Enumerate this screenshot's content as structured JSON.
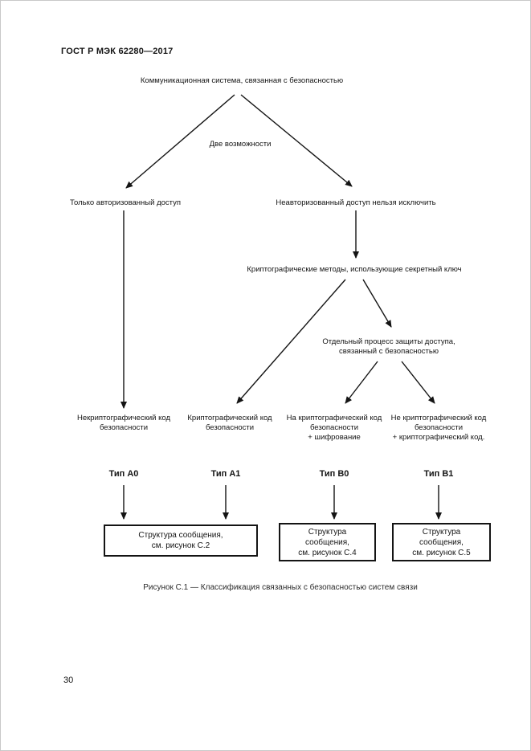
{
  "page": {
    "header": "ГОСТ Р МЭК 62280—2017",
    "page_number": "30",
    "caption": "Рисунок С.1 — Классификация связанных с безопасностью систем связи"
  },
  "diagram": {
    "root": "Коммуникационная система, связанная с безопасностью",
    "branch_label": "Две возможности",
    "left_branch": "Только авторизованный доступ",
    "right_branch": "Неавторизованный доступ нельзя исключить",
    "crypto_methods": "Криптографические методы, использующие секретный ключ",
    "separate_process": "Отдельный процесс защиты доступа,\nсвязанный с безопасностью",
    "leaves": {
      "a0": "Некриптографический код\nбезопасности",
      "a1": "Криптографический код\nбезопасности",
      "b0": "На криптографический код\nбезопасности\n+ шифрование",
      "b1": "Не криптографический код\nбезопасности\n+ криптографический код."
    },
    "types": {
      "a0": "Тип А0",
      "a1": "Тип А1",
      "b0": "Тип В0",
      "b1": "Тип В1"
    },
    "boxes": {
      "a": "Структура сообщения,\nсм. рисунок С.2",
      "b0": "Структура\nсообщения,\nсм. рисунок С.4",
      "b1": "Структура\nсообщения,\nсм. рисунок С.5"
    }
  }
}
